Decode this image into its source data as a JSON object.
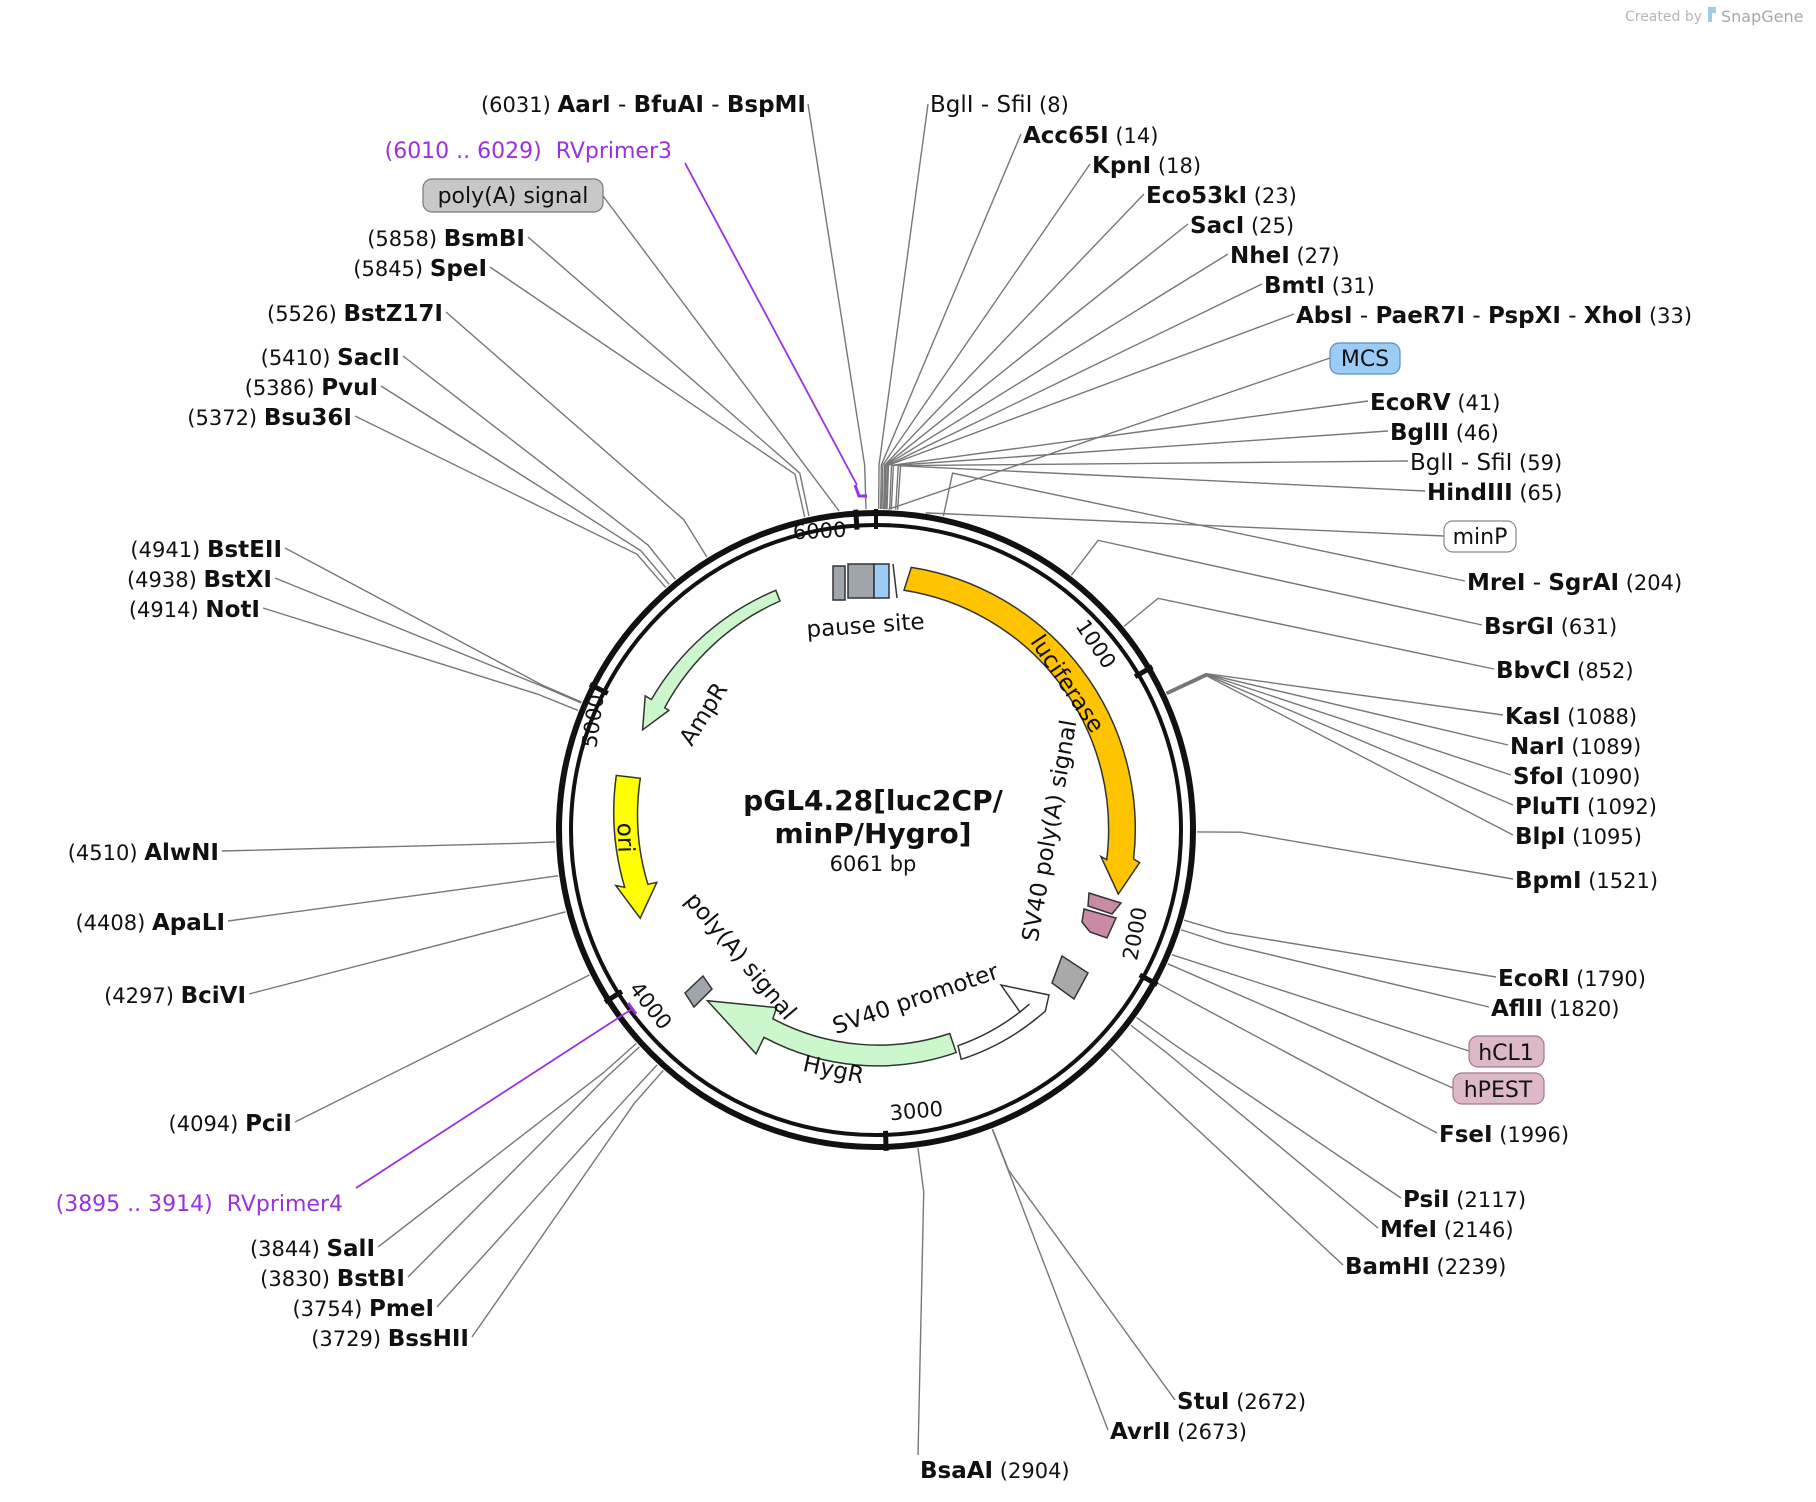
{
  "credit": {
    "prefix": "Created by",
    "brand": "SnapGene"
  },
  "plasmid": {
    "name_line1": "pGL4.28[luc2CP/",
    "name_line2": "minP/Hygro]",
    "size_label": "6061 bp",
    "length": 6061
  },
  "ticks": [
    "1000",
    "2000",
    "3000",
    "4000",
    "5000",
    "6000"
  ],
  "features": [
    {
      "name": "luciferase",
      "color": "#ffc400"
    },
    {
      "name": "AmpR",
      "color": "#ccf7cc"
    },
    {
      "name": "HygR",
      "color": "#ccf7cc"
    },
    {
      "name": "ori",
      "color": "#ffff00"
    },
    {
      "name": "SV40 promoter",
      "color": "#ffffff"
    },
    {
      "name": "SV40 poly(A) signal",
      "color": "#a9a9a9"
    },
    {
      "name": "poly(A) signal",
      "color": "#a0a4ab"
    },
    {
      "name": "pause site",
      "color": "#a0a4ab"
    }
  ],
  "feature_tags": [
    {
      "name": "poly(A) signal",
      "color": "#c8c8c8"
    },
    {
      "name": "MCS",
      "color": "#9ccbf6"
    },
    {
      "name": "minP",
      "color": "#ffffff"
    },
    {
      "name": "hCL1",
      "color": "#dcb8c8"
    },
    {
      "name": "hPEST",
      "color": "#dcb8c8"
    }
  ],
  "primers": [
    {
      "range": "(6010 .. 6029)",
      "name": "RVprimer3"
    },
    {
      "range": "(3895 .. 3914)",
      "name": "RVprimer4"
    }
  ],
  "sites": [
    {
      "pos": "(8)",
      "names": [
        "BglI",
        "SfiI"
      ],
      "bold": false
    },
    {
      "pos": "(14)",
      "names": [
        "Acc65I"
      ],
      "bold": true
    },
    {
      "pos": "(18)",
      "names": [
        "KpnI"
      ],
      "bold": true
    },
    {
      "pos": "(23)",
      "names": [
        "Eco53kI"
      ],
      "bold": true
    },
    {
      "pos": "(25)",
      "names": [
        "SacI"
      ],
      "bold": true
    },
    {
      "pos": "(27)",
      "names": [
        "NheI"
      ],
      "bold": true
    },
    {
      "pos": "(31)",
      "names": [
        "BmtI"
      ],
      "bold": true
    },
    {
      "pos": "(33)",
      "names": [
        "AbsI",
        "PaeR7I",
        "PspXI",
        "XhoI"
      ],
      "bold": true
    },
    {
      "pos": "(41)",
      "names": [
        "EcoRV"
      ],
      "bold": true
    },
    {
      "pos": "(46)",
      "names": [
        "BglII"
      ],
      "bold": true
    },
    {
      "pos": "(59)",
      "names": [
        "BglI",
        "SfiI"
      ],
      "bold": false
    },
    {
      "pos": "(65)",
      "names": [
        "HindIII"
      ],
      "bold": true
    },
    {
      "pos": "(204)",
      "names": [
        "MreI",
        "SgrAI"
      ],
      "bold": true
    },
    {
      "pos": "(631)",
      "names": [
        "BsrGI"
      ],
      "bold": true
    },
    {
      "pos": "(852)",
      "names": [
        "BbvCI"
      ],
      "bold": true
    },
    {
      "pos": "(1088)",
      "names": [
        "KasI"
      ],
      "bold": true
    },
    {
      "pos": "(1089)",
      "names": [
        "NarI"
      ],
      "bold": true
    },
    {
      "pos": "(1090)",
      "names": [
        "SfoI"
      ],
      "bold": true
    },
    {
      "pos": "(1092)",
      "names": [
        "PluTI"
      ],
      "bold": true
    },
    {
      "pos": "(1095)",
      "names": [
        "BlpI"
      ],
      "bold": true
    },
    {
      "pos": "(1521)",
      "names": [
        "BpmI"
      ],
      "bold": true
    },
    {
      "pos": "(1790)",
      "names": [
        "EcoRI"
      ],
      "bold": true
    },
    {
      "pos": "(1820)",
      "names": [
        "AflII"
      ],
      "bold": true
    },
    {
      "pos": "(1996)",
      "names": [
        "FseI"
      ],
      "bold": true
    },
    {
      "pos": "(2117)",
      "names": [
        "PsiI"
      ],
      "bold": true
    },
    {
      "pos": "(2146)",
      "names": [
        "MfeI"
      ],
      "bold": true
    },
    {
      "pos": "(2239)",
      "names": [
        "BamHI"
      ],
      "bold": true
    },
    {
      "pos": "(2672)",
      "names": [
        "StuI"
      ],
      "bold": true
    },
    {
      "pos": "(2673)",
      "names": [
        "AvrII"
      ],
      "bold": true
    },
    {
      "pos": "(2904)",
      "names": [
        "BsaAI"
      ],
      "bold": true
    },
    {
      "pos": "(3729)",
      "names": [
        "BssHII"
      ],
      "bold": true
    },
    {
      "pos": "(3754)",
      "names": [
        "PmeI"
      ],
      "bold": true
    },
    {
      "pos": "(3830)",
      "names": [
        "BstBI"
      ],
      "bold": true
    },
    {
      "pos": "(3844)",
      "names": [
        "SalI"
      ],
      "bold": true
    },
    {
      "pos": "(4094)",
      "names": [
        "PciI"
      ],
      "bold": true
    },
    {
      "pos": "(4297)",
      "names": [
        "BciVI"
      ],
      "bold": true
    },
    {
      "pos": "(4408)",
      "names": [
        "ApaLI"
      ],
      "bold": true
    },
    {
      "pos": "(4510)",
      "names": [
        "AlwNI"
      ],
      "bold": true
    },
    {
      "pos": "(4914)",
      "names": [
        "NotI"
      ],
      "bold": true
    },
    {
      "pos": "(4938)",
      "names": [
        "BstXI"
      ],
      "bold": true
    },
    {
      "pos": "(4941)",
      "names": [
        "BstEII"
      ],
      "bold": true
    },
    {
      "pos": "(5372)",
      "names": [
        "Bsu36I"
      ],
      "bold": true
    },
    {
      "pos": "(5386)",
      "names": [
        "PvuI"
      ],
      "bold": true
    },
    {
      "pos": "(5410)",
      "names": [
        "SacII"
      ],
      "bold": true
    },
    {
      "pos": "(5526)",
      "names": [
        "BstZ17I"
      ],
      "bold": true
    },
    {
      "pos": "(5845)",
      "names": [
        "SpeI"
      ],
      "bold": true
    },
    {
      "pos": "(5858)",
      "names": [
        "BsmBI"
      ],
      "bold": true
    },
    {
      "pos": "(6031)",
      "names": [
        "AarI",
        "BfuAI",
        "BspMI"
      ],
      "bold": true
    }
  ]
}
